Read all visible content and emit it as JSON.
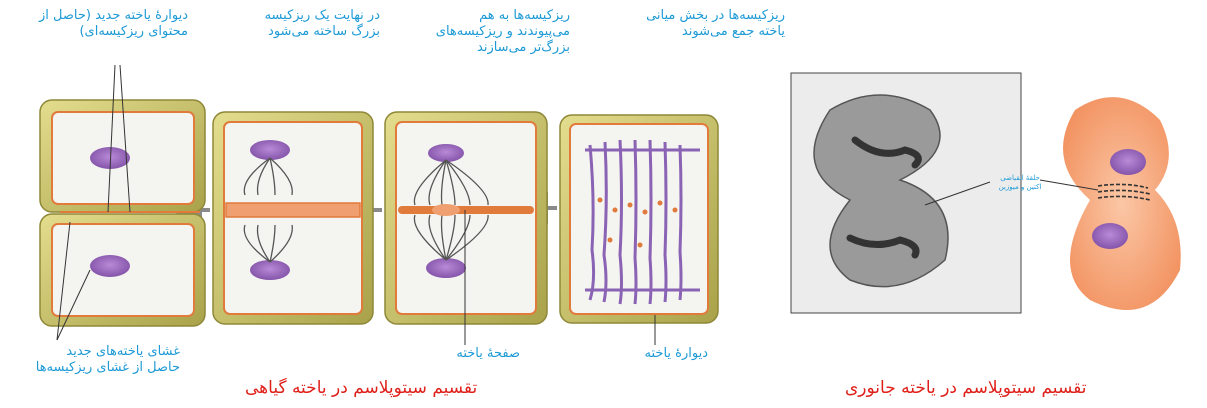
{
  "plant": {
    "top_labels": [
      "ریزکیسه‌ها در بخش میانی",
      "یاخته جمع می‌شوند",
      "ریزکیسه‌ها به هم",
      "می‌پیوندند و ریزکیسه‌های",
      "بزرگ‌تر می‌سازند",
      "در نهایت یک ریزکیسه",
      "بزرگ ساخته می‌شود",
      "دیوارهٔ یاخته جدید (حاصل از",
      "محتوای ریزکیسه‌ای)"
    ],
    "bottom_labels": [
      "دیوارهٔ یاخته",
      "صفحهٔ یاخته",
      "غشای یاخته‌های جدید",
      "حاصل از غشای ریزکیسه‌ها"
    ],
    "caption": "تقسیم سیتوپلاسم در یاخته گیاهی"
  },
  "animal": {
    "ring_label": [
      "حلقهٔ انقباضی",
      "اکتین و میوزین"
    ],
    "caption": "تقسیم سیتوپلاسم در یاخته جانوری"
  },
  "colors": {
    "label": "#1d9ad6",
    "caption": "#e0201a",
    "wall": "#c9c26a",
    "membrane": "#e07b3c",
    "nucleus": "#9b6bc0",
    "animal_cell": "#f6a27a"
  }
}
